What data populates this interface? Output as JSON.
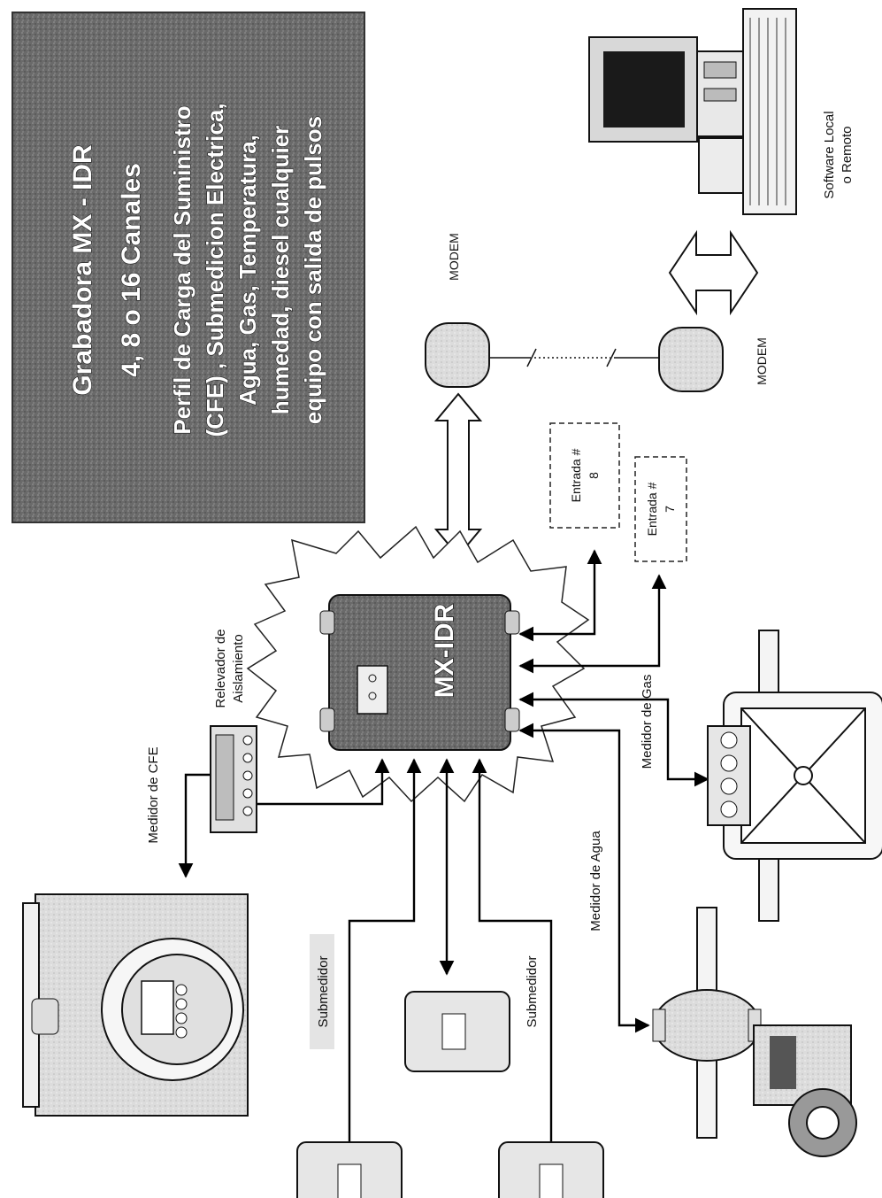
{
  "title_box": {
    "lines": [
      "Grabadora MX - IDR",
      "4, 8 o 16 Canales",
      "Perfil de Carga del Suministro",
      "(CFE) , Submedicion Electrica,",
      "Agua, Gas, Temperatura,",
      "humedad, diesel cualquier",
      "equipo con salida de pulsos"
    ]
  },
  "device": {
    "label": "MX-IDR"
  },
  "labels": {
    "medidor_cfe": "Medidor de CFE",
    "relevador_1": "Relevador de",
    "relevador_2": "Aislamiento",
    "submedidor_a": "Submedidor",
    "submedidor_b": "Submedidor",
    "medidor_agua": "Medidor de Agua",
    "medidor_gas": "Medidor de Gas",
    "modem_top": "MODEM",
    "modem_bottom": "MODEM",
    "entrada8_1": "Entrada #",
    "entrada8_2": "8",
    "entrada7_1": "Entrada #",
    "entrada7_2": "7",
    "software_1": "Software Local",
    "software_2": "o Remoto"
  },
  "colors": {
    "title_bg": "#6e6e6e",
    "device_bg": "#8a8a8a",
    "ink": "#111111"
  }
}
